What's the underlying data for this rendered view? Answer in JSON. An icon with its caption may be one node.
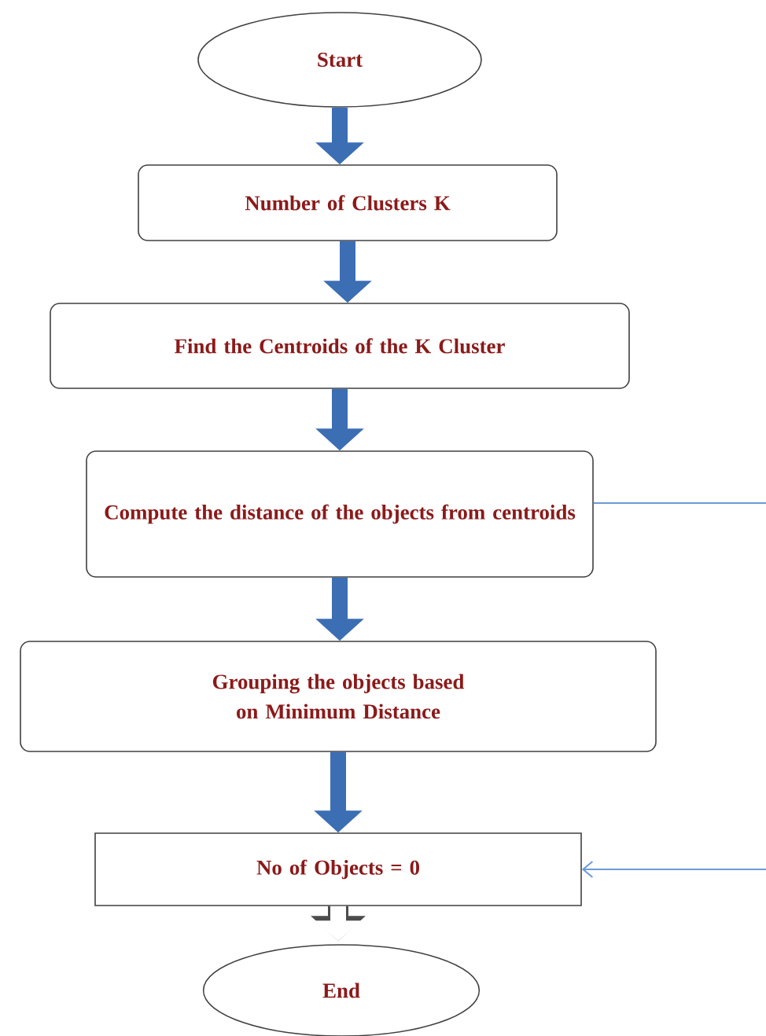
{
  "diagram": {
    "nodes": [
      {
        "text": [
          "Start"
        ]
      },
      {
        "text": [
          "Number of Clusters K"
        ]
      },
      {
        "text": [
          "Find the Centroids of the K Cluster"
        ]
      },
      {
        "text": [
          "Compute the distance of the objects from centroids"
        ]
      },
      {
        "text": [
          "Grouping the objects based on Minimum Distance"
        ]
      },
      {
        "text": [
          "No of Objects = 0"
        ]
      },
      {
        "text": [
          "End"
        ]
      }
    ],
    "edges": [
      {
        "from": 0,
        "to": 1,
        "arrow": "to"
      },
      {
        "from": 1,
        "to": 2,
        "arrow": "to"
      },
      {
        "from": 2,
        "to": 3,
        "arrow": "to"
      },
      {
        "from": 3,
        "to": 4,
        "arrow": "to"
      },
      {
        "from": 4,
        "to": 5,
        "arrow": "to"
      },
      {
        "from": 5,
        "to": 6,
        "arrow": "to",
        "color": "#ffffff"
      },
      {
        "from": 3,
        "to": null,
        "arrow": "none",
        "color": "#6a9ad6"
      },
      {
        "from": null,
        "to": 5,
        "arrow": "to",
        "color": "#6a9ad6"
      }
    ]
  }
}
